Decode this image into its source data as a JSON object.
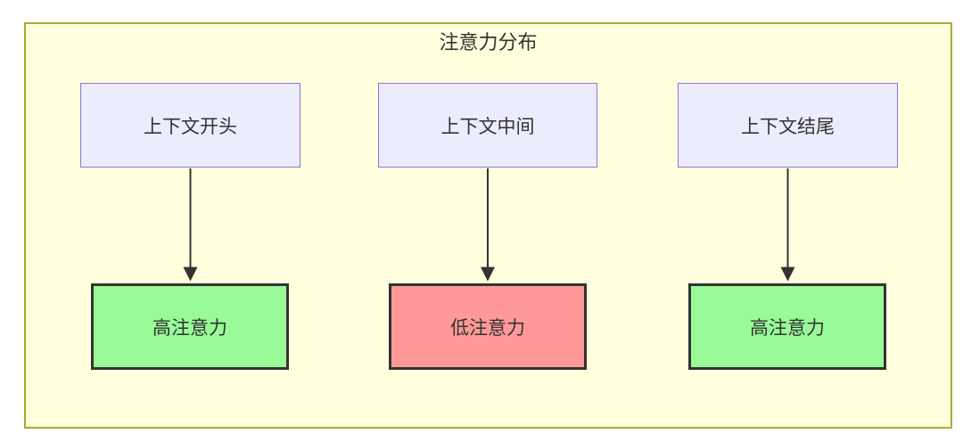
{
  "title": "注意力分布",
  "nodes": {
    "top": [
      {
        "label": "上下文开头"
      },
      {
        "label": "上下文中间"
      },
      {
        "label": "上下文结尾"
      }
    ],
    "bottom": [
      {
        "label": "高注意力",
        "state": "high"
      },
      {
        "label": "低注意力",
        "state": "low"
      },
      {
        "label": "高注意力",
        "state": "high"
      }
    ]
  },
  "edges": [
    {
      "from": "上下文开头",
      "to": "高注意力"
    },
    {
      "from": "上下文中间",
      "to": "低注意力"
    },
    {
      "from": "上下文结尾",
      "to": "高注意力"
    }
  ],
  "colors": {
    "canvas_bg": "#ffffff",
    "cluster_bg": "#ffffde",
    "cluster_border": "#aaaa33",
    "top_node_bg": "#ececff",
    "top_node_border": "#9370db",
    "high_attention_bg": "#98fb98",
    "low_attention_bg": "#ff9999",
    "node_border_dark": "#333333",
    "arrow": "#333333",
    "text": "#333333"
  }
}
